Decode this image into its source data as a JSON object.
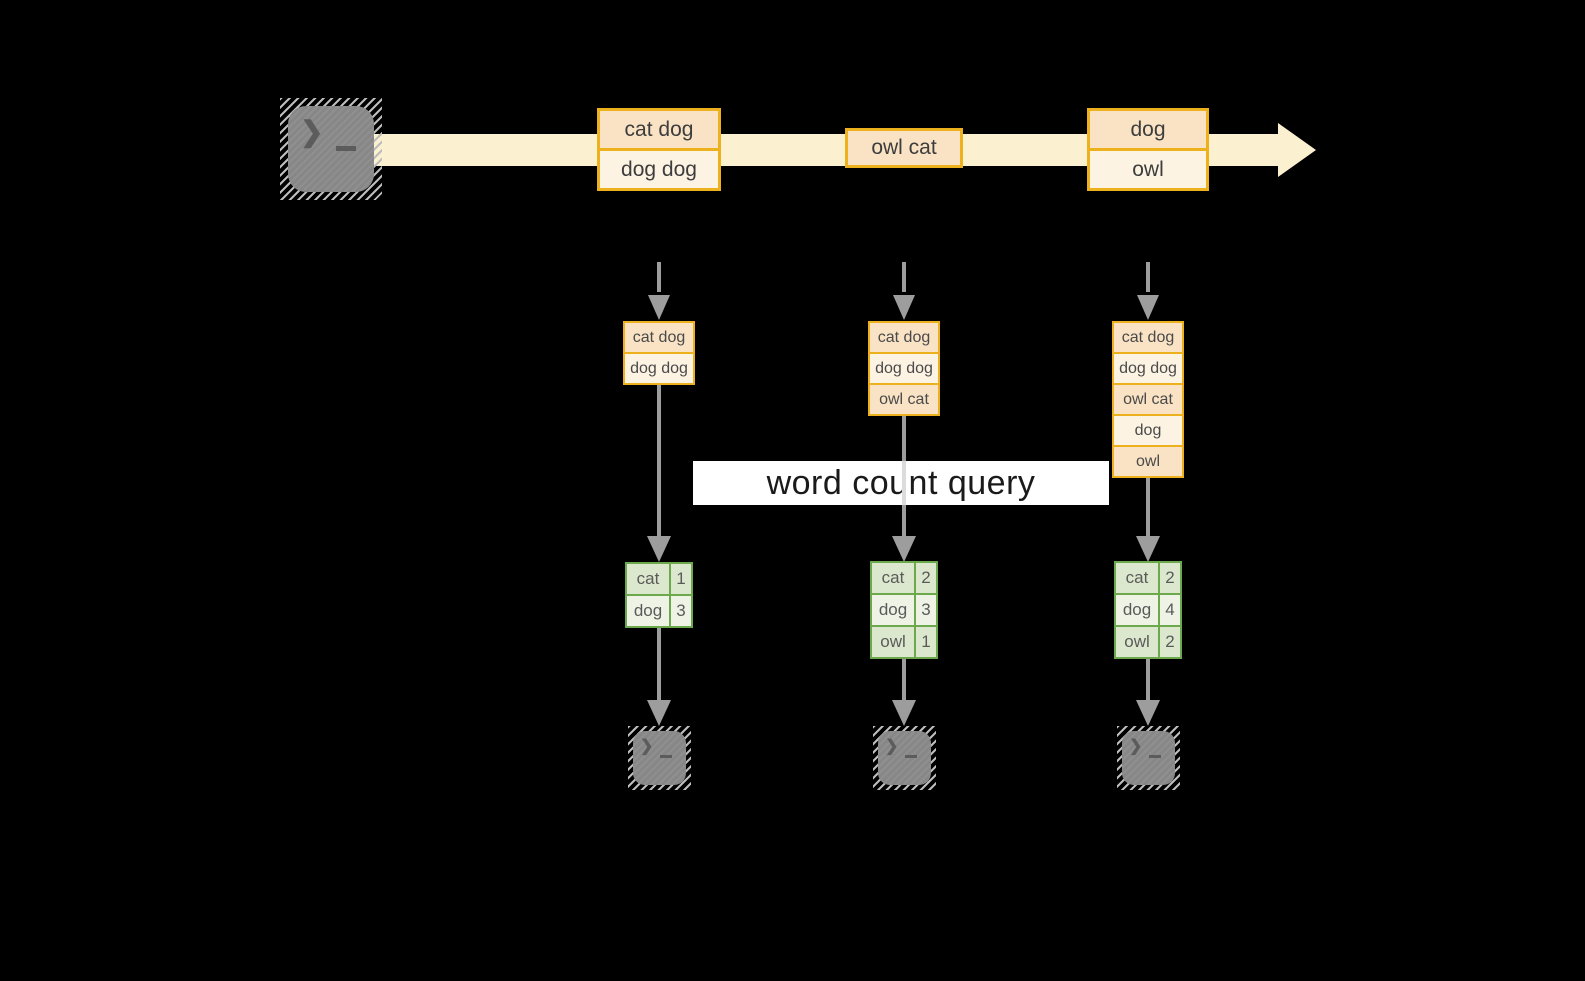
{
  "query_label": "word count query",
  "icons": {
    "terminal_prompt": "❯"
  },
  "colors": {
    "background": "#000000",
    "stream_fill": "#fbf1d0",
    "event_border": "#edb11d",
    "event_fill_dark": "#fae3c4",
    "event_fill_light": "#fdf3e3",
    "table_border": "#6ca84c",
    "table_fill_dark": "#dce8cd",
    "table_fill_light": "#eef3e6",
    "arrow_gray": "#9d9d9d",
    "query_band_bg": "#ffffff"
  },
  "stream_groups": [
    {
      "rows": [
        "cat dog",
        "dog dog"
      ]
    },
    {
      "rows": [
        "owl cat"
      ]
    },
    {
      "rows": [
        "dog",
        "owl"
      ]
    }
  ],
  "columns": [
    {
      "state_rows": [
        "cat dog",
        "dog dog"
      ],
      "table": [
        [
          "cat",
          "1"
        ],
        [
          "dog",
          "3"
        ]
      ]
    },
    {
      "state_rows": [
        "cat dog",
        "dog dog",
        "owl cat"
      ],
      "table": [
        [
          "cat",
          "2"
        ],
        [
          "dog",
          "3"
        ],
        [
          "owl",
          "1"
        ]
      ]
    },
    {
      "state_rows": [
        "cat dog",
        "dog dog",
        "owl cat",
        "dog",
        "owl"
      ],
      "table": [
        [
          "cat",
          "2"
        ],
        [
          "dog",
          "4"
        ],
        [
          "owl",
          "2"
        ]
      ]
    }
  ]
}
